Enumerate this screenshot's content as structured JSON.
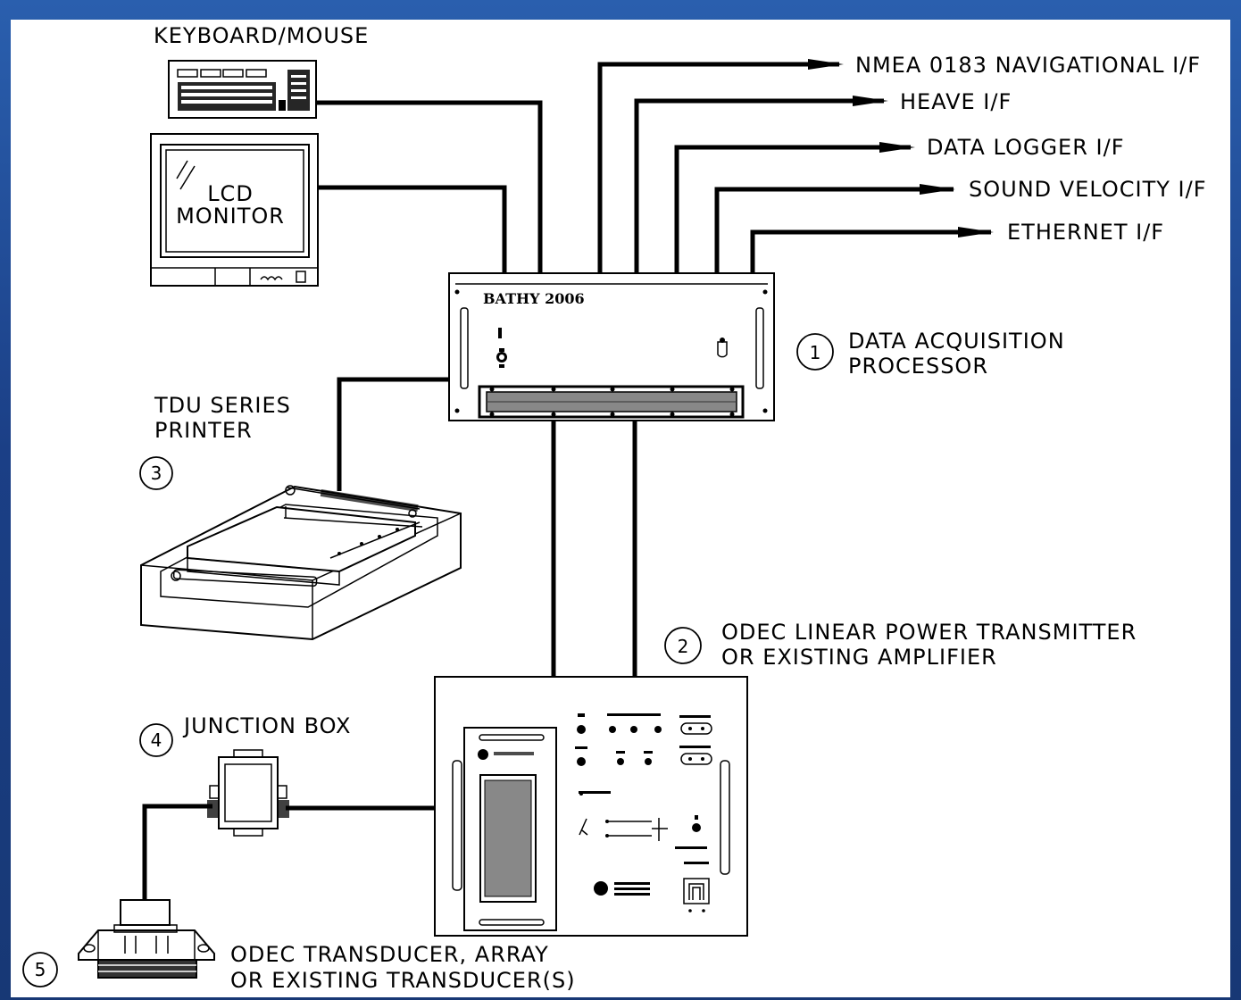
{
  "labels": {
    "keyboard": "KEYBOARD/MOUSE",
    "monitor_line1": "LCD",
    "monitor_line2": "MONITOR",
    "nmea": "NMEA 0183 NAVIGATIONAL I/F",
    "heave": "HEAVE I/F",
    "data_logger": "DATA LOGGER I/F",
    "sound_velocity": "SOUND VELOCITY I/F",
    "ethernet": "ETHERNET I/F",
    "bathy_unit": "BATHY 2006",
    "daq_line1": "DATA ACQUISITION",
    "daq_line2": "PROCESSOR",
    "printer_line1": "TDU SERIES",
    "printer_line2": "PRINTER",
    "transmitter_line1": "ODEC LINEAR POWER TRANSMITTER",
    "transmitter_line2": "OR EXISTING AMPLIFIER",
    "junction_box": "JUNCTION BOX",
    "transducer_line1": "ODEC TRANSDUCER, ARRAY",
    "transducer_line2": "OR EXISTING TRANSDUCER(S)"
  },
  "callouts": {
    "daq": "1",
    "transmitter": "2",
    "printer": "3",
    "junction": "4",
    "transducer": "5"
  },
  "colors": {
    "background": "#1f4a96",
    "canvas": "#ffffff",
    "ink": "#000000"
  }
}
